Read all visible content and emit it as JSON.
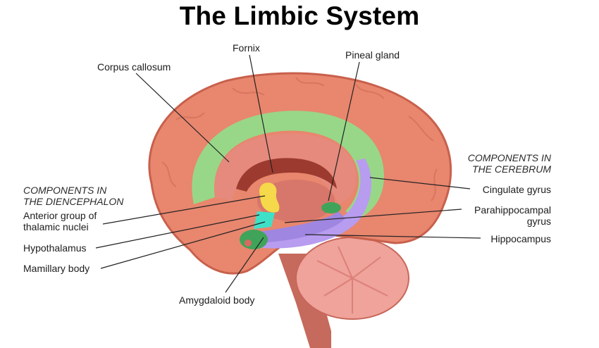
{
  "title": "The Limbic System",
  "sections": {
    "diencephalon": [
      "COMPONENTS IN",
      "THE DIENCEPHALON"
    ],
    "cerebrum": [
      "COMPONENTS IN",
      "THE CEREBRUM"
    ]
  },
  "labels": {
    "fornix": "Fornix",
    "corpus_callosum": "Corpus callosum",
    "pineal_gland": "Pineal gland",
    "anterior_thalamic": [
      "Anterior group of",
      "thalamic nuclei"
    ],
    "hypothalamus": "Hypothalamus",
    "mamillary_body": "Mamillary body",
    "amygdaloid_body": "Amygdaloid body",
    "cingulate_gyrus": "Cingulate gyrus",
    "parahippocampal_gyrus": [
      "Parahippocampal",
      "gyrus"
    ],
    "hippocampus": "Hippocampus"
  },
  "colors": {
    "cortex": "#e8866e",
    "cortex_dark": "#c8604c",
    "cingulate_green": "#8fe08a",
    "hippocampus_purple": "#b79cf0",
    "thalamic_yellow": "#f5d94a",
    "hypothalamus_cyan": "#3fe0c8",
    "dark_green": "#3fa45a",
    "cerebellum": "#efa39a"
  }
}
